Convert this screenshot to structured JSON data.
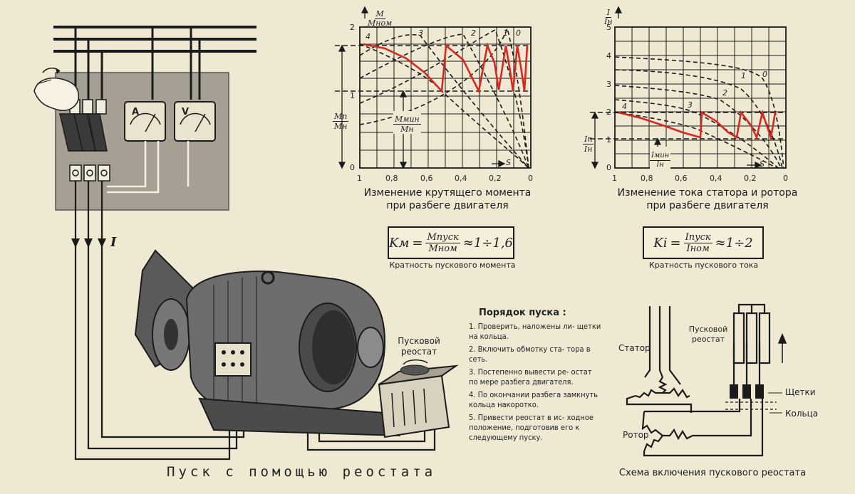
{
  "title": "Пуск с помощью реостата",
  "current_label": "I",
  "meters": {
    "ammeter": "A",
    "voltmeter": "V"
  },
  "torque_chart": {
    "y_axis_label_num": "M",
    "y_axis_label_den": "Mном",
    "y_ticks": [
      "0",
      "1",
      "2"
    ],
    "x_ticks": [
      "1",
      "0,8",
      "0,6",
      "0,4",
      "0,2",
      "0"
    ],
    "x_axis_label": "S",
    "curve_labels": [
      "4",
      "3",
      "2",
      "1",
      "0"
    ],
    "start_label_num": "Mп",
    "start_label_den": "Mн",
    "min_label_num": "Mмин",
    "min_label_den": "Mн",
    "caption_line1": "Изменение крутящего момента",
    "caption_line2": "при разбеге двигателя",
    "formula_lhs": "Kм",
    "formula_num": "Mпуск",
    "formula_den": "Mном",
    "formula_rhs": "≈1÷1,6",
    "formula_caption": "Кратность пускового момента"
  },
  "current_chart": {
    "y_axis_label_num": "I",
    "y_axis_label_den": "Iн",
    "y_ticks": [
      "0",
      "1",
      "2",
      "3",
      "4",
      "5"
    ],
    "x_ticks": [
      "1",
      "0,8",
      "0,6",
      "0,4",
      "0,2",
      "0"
    ],
    "x_axis_label": "S",
    "curve_labels": [
      "4",
      "3",
      "2",
      "1",
      "0"
    ],
    "start_label_num": "Iп",
    "start_label_den": "Iн",
    "min_label_num": "Iмин",
    "min_label_den": "Iн",
    "caption_line1": "Изменение тока статора и ротора",
    "caption_line2": "при разбеге двигателя",
    "formula_lhs": "Ki",
    "formula_num": "Iпуск",
    "formula_den": "Iном",
    "formula_rhs": "≈1÷2",
    "formula_caption": "Кратность пускового тока"
  },
  "procedure": {
    "heading": "Порядок пуска :",
    "steps": [
      "1. Проверить, наложены ли- щетки на кольца.",
      "2. Включить обмотку ста- тора в сеть.",
      "3. Постепенно вывести ре- остат по мере разбега двигателя.",
      "4. По окончании разбега замкнуть кольца накоротко.",
      "5. Привести реостат в ис- ходное положение, подготовив его к следующему пуску."
    ]
  },
  "machine_labels": {
    "rheostat": "Пусковой реостат"
  },
  "schematic": {
    "stator": "Статор",
    "rotor": "Ротор",
    "rheostat": "Пусковой реостат",
    "brushes": "Щетки",
    "rings": "Кольца",
    "caption": "Схема включения пускового реостата"
  },
  "colors": {
    "paper": "#efe8d3",
    "ink": "#1b1b1b",
    "accent_red": "#d42a20",
    "panel": "#a69f94"
  }
}
